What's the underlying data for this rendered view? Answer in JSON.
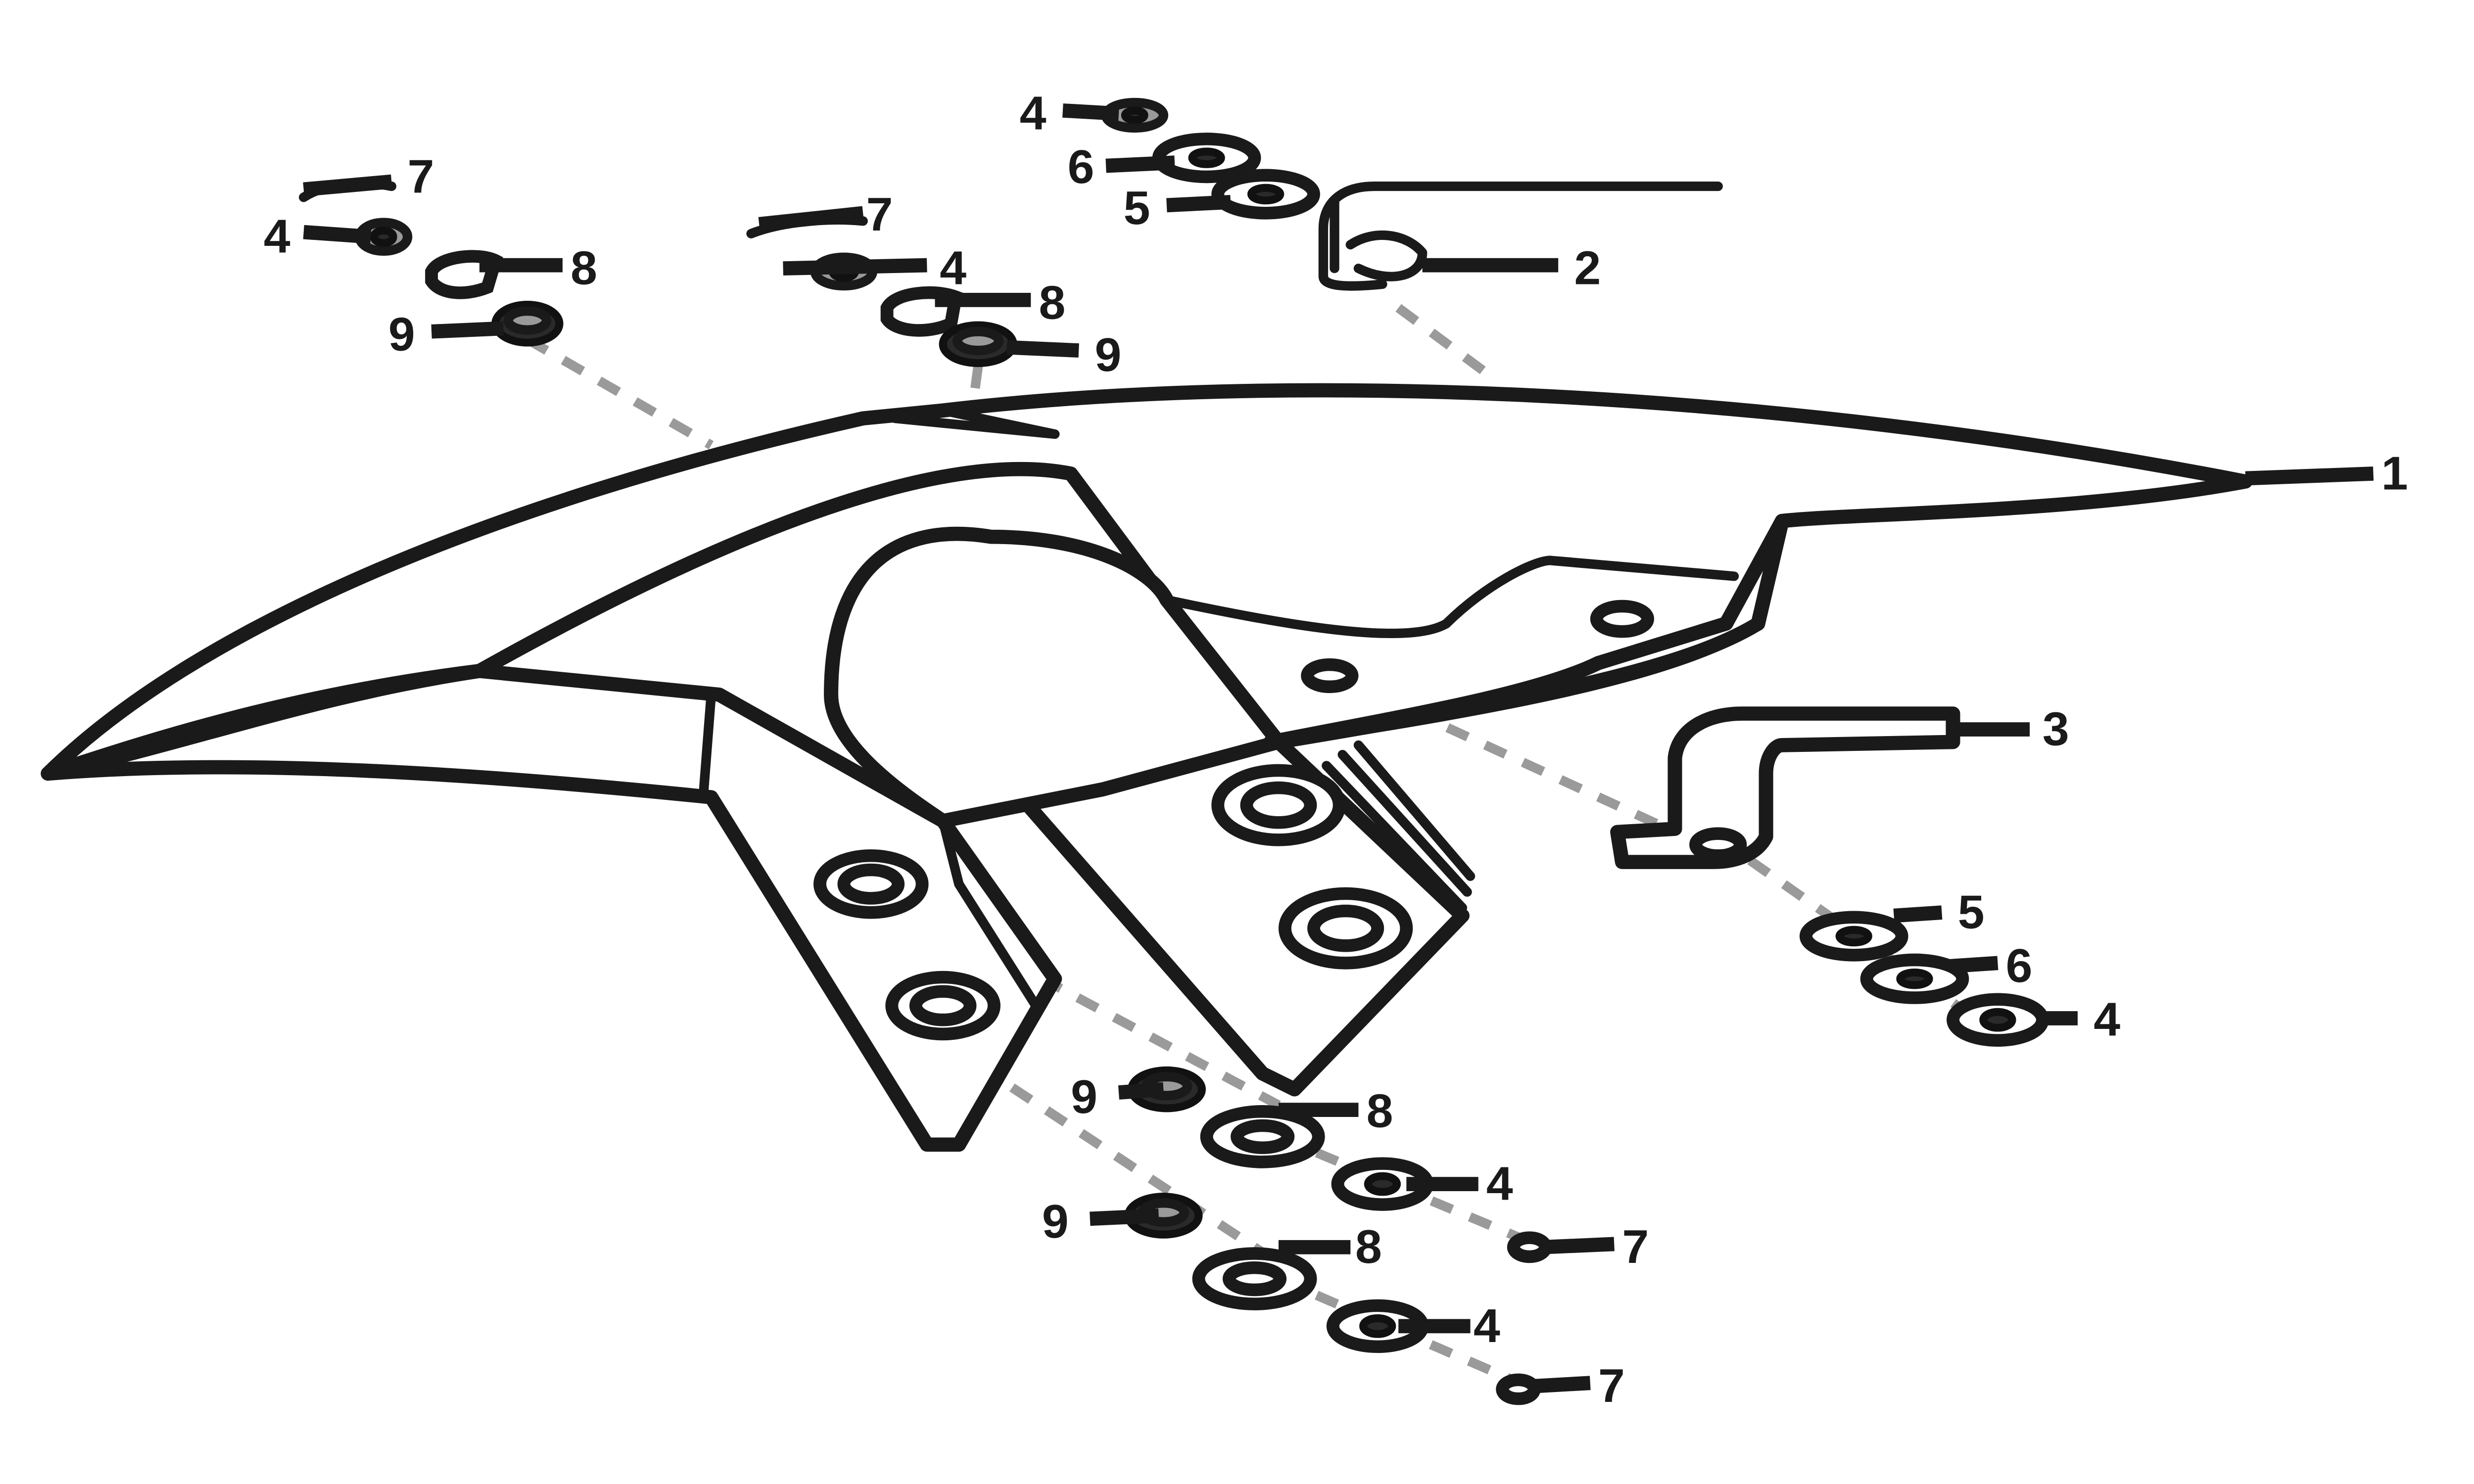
{
  "diagram": {
    "callouts": [
      {
        "label": "1"
      },
      {
        "label": "2"
      },
      {
        "label": "3"
      },
      {
        "label": "4"
      },
      {
        "label": "4"
      },
      {
        "label": "4"
      },
      {
        "label": "4"
      },
      {
        "label": "4"
      },
      {
        "label": "4"
      },
      {
        "label": "5"
      },
      {
        "label": "5"
      },
      {
        "label": "6"
      },
      {
        "label": "6"
      },
      {
        "label": "7"
      },
      {
        "label": "7"
      },
      {
        "label": "7"
      },
      {
        "label": "7"
      },
      {
        "label": "8"
      },
      {
        "label": "8"
      },
      {
        "label": "8"
      },
      {
        "label": "8"
      },
      {
        "label": "9"
      },
      {
        "label": "9"
      },
      {
        "label": "9"
      },
      {
        "label": "9"
      }
    ]
  }
}
